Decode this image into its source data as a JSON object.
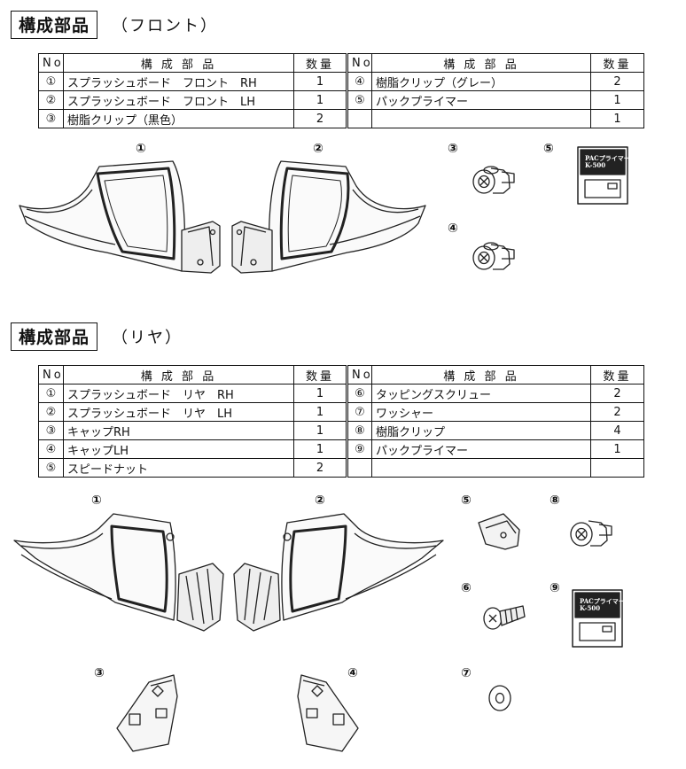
{
  "front": {
    "heading": "構成部品",
    "subtitle": "（フロント）",
    "headers": {
      "no": "No.",
      "name": "構 成 部 品",
      "qty": "数量"
    },
    "left_rows": [
      {
        "no": "①",
        "name": "スプラッシュボード　フロント　RH",
        "qty": "1"
      },
      {
        "no": "②",
        "name": "スプラッシュボード　フロント　LH",
        "qty": "1"
      },
      {
        "no": "③",
        "name": "樹脂クリップ（黒色）",
        "qty": "2"
      }
    ],
    "right_rows": [
      {
        "no": "④",
        "name": "樹脂クリップ（グレー）",
        "qty": "2"
      },
      {
        "no": "⑤",
        "name": "パックプライマー",
        "qty": "1"
      },
      {
        "no": "",
        "name": "",
        "qty": "1"
      }
    ],
    "figure_labels": [
      "①",
      "②",
      "③",
      "⑤",
      "④"
    ],
    "primer_label": [
      "PACプライマー",
      "K-500"
    ]
  },
  "rear": {
    "heading": "構成部品",
    "subtitle": "（リヤ）",
    "headers": {
      "no": "No.",
      "name": "構 成 部 品",
      "qty": "数量"
    },
    "left_rows": [
      {
        "no": "①",
        "name": "スプラッシュボード　リヤ　RH",
        "qty": "1"
      },
      {
        "no": "②",
        "name": "スプラッシュボード　リヤ　LH",
        "qty": "1"
      },
      {
        "no": "③",
        "name": "キャップRH",
        "qty": "1"
      },
      {
        "no": "④",
        "name": "キャップLH",
        "qty": "1"
      },
      {
        "no": "⑤",
        "name": "スピードナット",
        "qty": "2"
      }
    ],
    "right_rows": [
      {
        "no": "⑥",
        "name": "タッピングスクリュー",
        "qty": "2"
      },
      {
        "no": "⑦",
        "name": "ワッシャー",
        "qty": "2"
      },
      {
        "no": "⑧",
        "name": "樹脂クリップ",
        "qty": "4"
      },
      {
        "no": "⑨",
        "name": "パックプライマー",
        "qty": "1"
      },
      {
        "no": "",
        "name": "",
        "qty": ""
      }
    ],
    "figure_labels": [
      "①",
      "②",
      "⑤",
      "⑧",
      "⑥",
      "⑨",
      "③",
      "④",
      "⑦"
    ],
    "primer_label": [
      "PACプライマー",
      "K-500"
    ]
  }
}
